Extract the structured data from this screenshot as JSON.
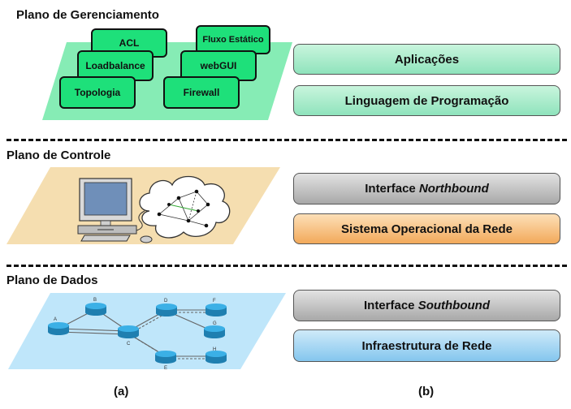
{
  "planes": {
    "management": {
      "title": "Plano de Gerenciamento",
      "apps": {
        "acl": "ACL",
        "loadbalance": "Loadbalance",
        "topologia": "Topologia",
        "fluxo": "Fluxo Estático",
        "webgui": "webGUI",
        "firewall": "Firewall"
      }
    },
    "control": {
      "title": "Plano de Controle"
    },
    "data": {
      "title": "Plano de Dados",
      "nodes": {
        "a": "A",
        "b": "B",
        "c": "C",
        "d": "D",
        "e": "E",
        "f": "F",
        "g": "G",
        "h": "H"
      }
    }
  },
  "layers": {
    "apps": "Aplicações",
    "lang": "Linguagem de Programação",
    "northbound_prefix": "Interface ",
    "northbound_italic": "Northbound",
    "nos": "Sistema Operacional da Rede",
    "southbound_prefix": "Interface ",
    "southbound_italic": "Southbound",
    "infra": "Infraestrutura de Rede"
  },
  "captions": {
    "a": "(a)",
    "b": "(b)"
  },
  "colors": {
    "mgmt_plane": "#86ecb5",
    "control_plane": "#f5deb0",
    "data_plane": "#bfe6fa",
    "app_button": "#1ee07a",
    "router": "#2a9fd6"
  }
}
